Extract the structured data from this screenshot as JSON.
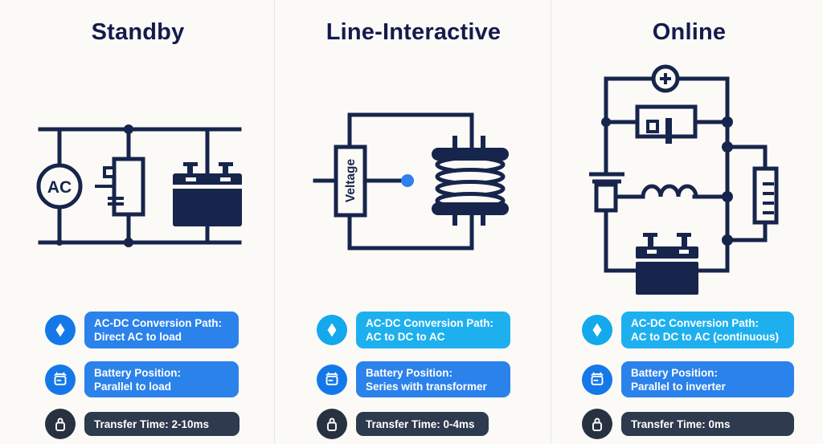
{
  "palette": {
    "background": "#fbfaf7",
    "ink_navy": "#17254c",
    "title_navy": "#141b4d",
    "badge_blue": "#2b82ea",
    "badge_cyan": "#1eb0ee",
    "badge_dark": "#2e3a4d",
    "icon_circle_blue": "#1478e8",
    "icon_circle_cyan": "#14a8ec",
    "icon_circle_dark": "#273140",
    "node_dot_blue": "#2e7ff0",
    "divider": "#e5e6e8"
  },
  "columns": [
    {
      "title": "Standby",
      "diagram_labels": {
        "source": "AC"
      },
      "badges": [
        {
          "icon": "diamond-icon",
          "tone": "blue",
          "lines": [
            "AC-DC Conversion Path:",
            "Direct AC to load"
          ]
        },
        {
          "icon": "battery-icon",
          "tone": "blue",
          "lines": [
            "Battery Position:",
            "Parallel to load"
          ]
        },
        {
          "icon": "lock-icon",
          "tone": "dark",
          "lines": [
            "Transfer Time: 2-10ms"
          ]
        }
      ]
    },
    {
      "title": "Line-Interactive",
      "diagram_labels": {
        "regulator": "Veltage"
      },
      "badges": [
        {
          "icon": "diamond-icon",
          "tone": "cyan",
          "lines": [
            "AC-DC Conversion Path:",
            "AC to DC to AC"
          ]
        },
        {
          "icon": "battery-icon",
          "tone": "blue",
          "lines": [
            "Battery Position:",
            "Series with transformer"
          ]
        },
        {
          "icon": "lock-icon",
          "tone": "dark",
          "lines": [
            "Transfer Time: 0-4ms"
          ]
        }
      ]
    },
    {
      "title": "Online",
      "diagram_labels": {},
      "badges": [
        {
          "icon": "diamond-icon",
          "tone": "cyan",
          "lines": [
            "AC-DC Conversion Path:",
            "AC to DC to AC (continuous)"
          ]
        },
        {
          "icon": "battery-icon",
          "tone": "blue",
          "lines": [
            "Battery Position:",
            "Parallel to inverter"
          ]
        },
        {
          "icon": "lock-icon",
          "tone": "dark",
          "lines": [
            "Transfer Time: 0ms"
          ]
        }
      ]
    }
  ]
}
